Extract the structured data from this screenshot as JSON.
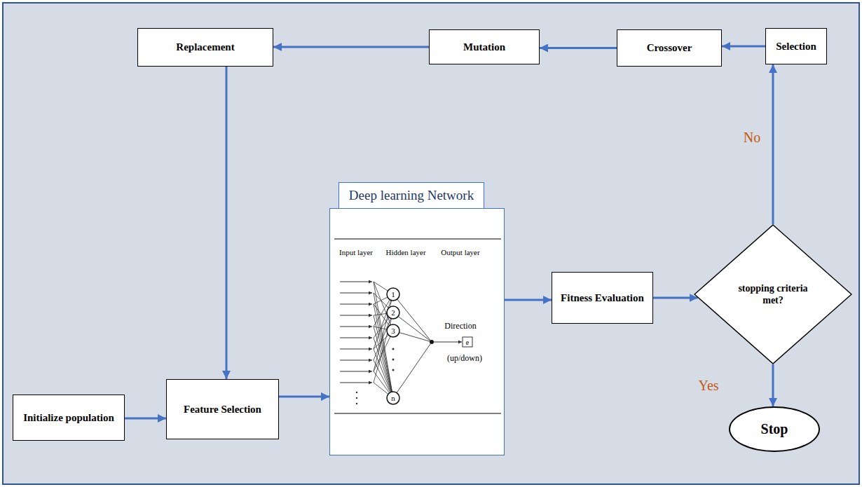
{
  "diagram": {
    "nodes": [
      {
        "text": [
          "Initialize population"
        ]
      },
      {
        "text": [
          "Feature Selection"
        ]
      },
      {
        "text": [
          "Deep learning Network"
        ]
      },
      {
        "text": [
          "Fitness Evaluation"
        ]
      },
      {
        "text": [
          "stopping criteria met?"
        ]
      },
      {
        "text": [
          "Stop"
        ]
      },
      {
        "text": [
          "Selection"
        ]
      },
      {
        "text": [
          "Crossover"
        ]
      },
      {
        "text": [
          "Mutation"
        ]
      },
      {
        "text": [
          "Replacement"
        ]
      }
    ],
    "edges": [
      {
        "from": 0,
        "to": 1,
        "arrow": "to"
      },
      {
        "from": 1,
        "to": 2,
        "arrow": "to"
      },
      {
        "from": 2,
        "to": 3,
        "arrow": "to"
      },
      {
        "from": 3,
        "to": 4,
        "arrow": "to"
      },
      {
        "from": 4,
        "to": 5,
        "label": "Yes",
        "arrow": "to"
      },
      {
        "from": 4,
        "to": 6,
        "label": "No",
        "arrow": "to"
      },
      {
        "from": 6,
        "to": 7,
        "arrow": "to"
      },
      {
        "from": 7,
        "to": 8,
        "arrow": "to"
      },
      {
        "from": 8,
        "to": 9,
        "arrow": "to"
      },
      {
        "from": 9,
        "to": 1,
        "arrow": "to"
      }
    ],
    "labels": [
      "Input layer",
      "Hidden layer",
      "Output layer",
      "1",
      "2",
      "3",
      "n",
      "Direction",
      "(up/down)",
      "e"
    ]
  }
}
